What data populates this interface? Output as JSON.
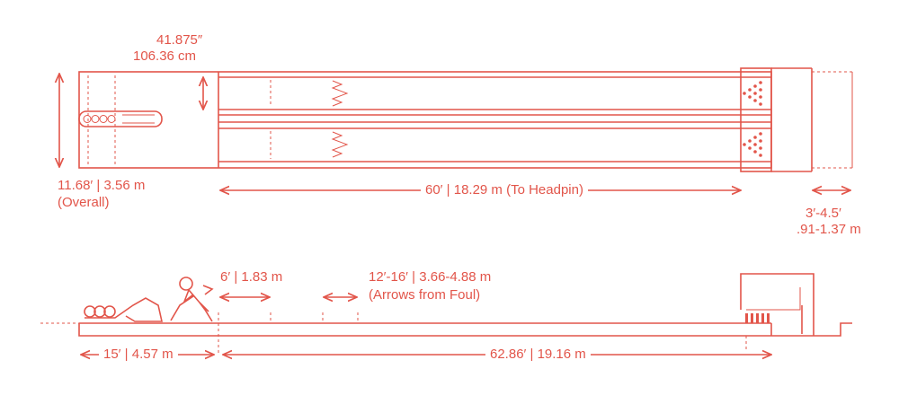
{
  "plan_view": {
    "approach_width_in": "41.875″",
    "approach_width_cm": "106.36 cm",
    "overall_width_ft": "11.68′ | 3.56 m",
    "overall_width_note": "(Overall)",
    "lane_length": "60′ | 18.29 m (To Headpin)",
    "pit_depth_ft": "3′-4.5′",
    "pit_depth_m": ".91-1.37 m"
  },
  "section_view": {
    "foul_to_first_dots": "6′ | 1.83 m",
    "arrows_range": "12′-16′ | 3.66-4.88 m",
    "arrows_note": "(Arrows from Foul)",
    "approach_length": "15′ | 4.57 m",
    "lane_total_length": "62.86′ | 19.16 m"
  },
  "colors": {
    "line": "#e2554a",
    "background": "#ffffff"
  }
}
